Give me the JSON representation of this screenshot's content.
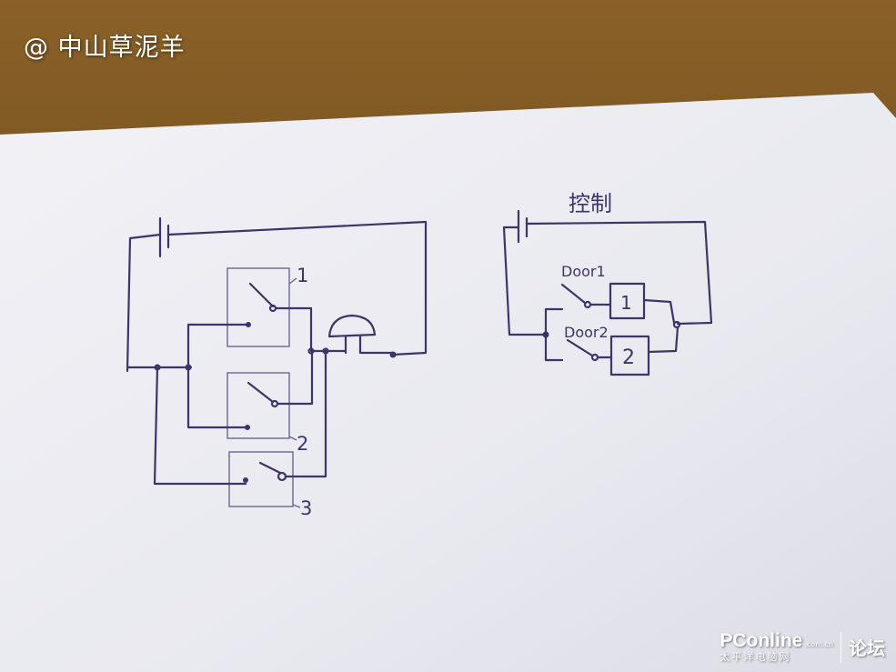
{
  "watermark": {
    "text": "@ 中山草泥羊"
  },
  "left_circuit": {
    "switch_labels": [
      "1",
      "2",
      "3"
    ]
  },
  "right_circuit": {
    "title": "控制",
    "door_labels": [
      "Door1",
      "Door2"
    ],
    "gate_labels": [
      "1",
      "2"
    ]
  },
  "logo": {
    "brand": "PConline",
    "domain": ".com.cn",
    "sub": "太平洋电脑网",
    "forum": "论坛"
  },
  "colors": {
    "ink": "#3d3568",
    "paper": "#eeeef4",
    "table": "#7a5320"
  }
}
